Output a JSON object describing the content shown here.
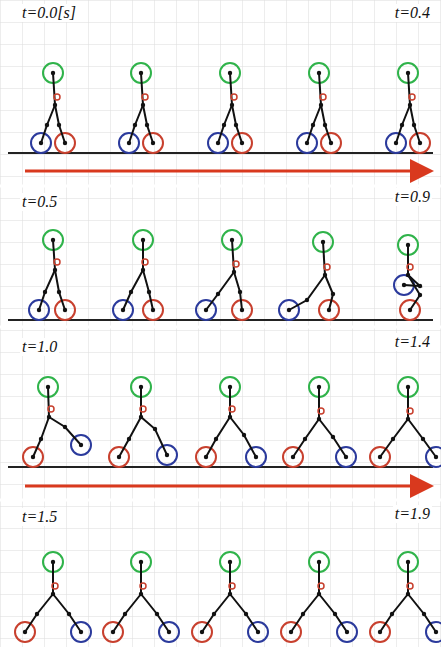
{
  "diagram": {
    "labels": [
      "t=0.0[s]",
      "t=0.4",
      "t=0.5",
      "t=0.9",
      "t=1.0",
      "t=1.4",
      "t=1.5",
      "t=1.9"
    ]
  }
}
